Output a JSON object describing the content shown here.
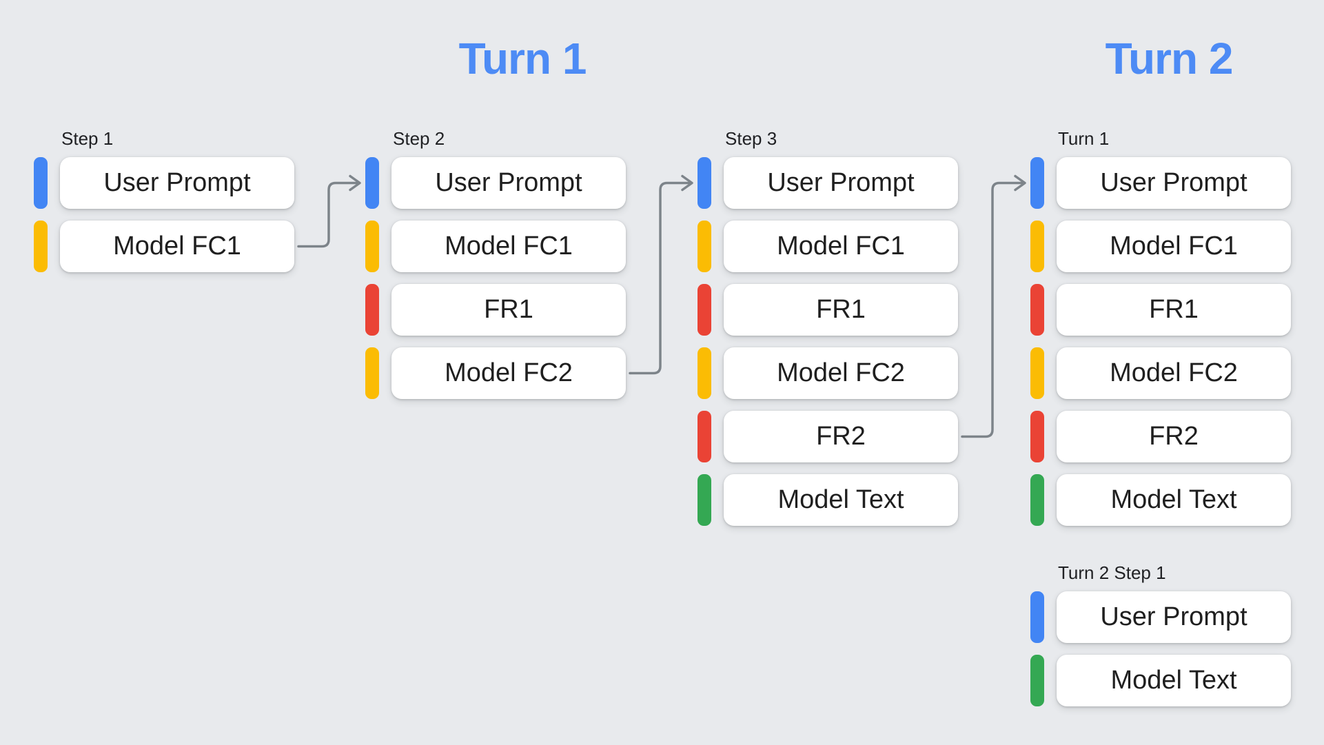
{
  "palette": {
    "blue": "#4285F4",
    "yellow": "#FBBC04",
    "red": "#EA4335",
    "green": "#34A853",
    "title_blue": "#4D8BF5",
    "arrow_gray": "#7D848A",
    "label_text": "#202124",
    "card_text": "#1F1F1F",
    "card_bg": "#FFFFFF",
    "background": "#E8EAED"
  },
  "titles": [
    {
      "text": "Turn 1"
    },
    {
      "text": "Turn 2"
    }
  ],
  "groups": [
    {
      "label": "Step 1",
      "cards": [
        {
          "label": "User Prompt",
          "color": "blue"
        },
        {
          "label": "Model FC1",
          "color": "yellow"
        }
      ]
    },
    {
      "label": "Step 2",
      "cards": [
        {
          "label": "User Prompt",
          "color": "blue"
        },
        {
          "label": "Model FC1",
          "color": "yellow"
        },
        {
          "label": "FR1",
          "color": "red"
        },
        {
          "label": "Model FC2",
          "color": "yellow"
        }
      ]
    },
    {
      "label": "Step 3",
      "cards": [
        {
          "label": "User Prompt",
          "color": "blue"
        },
        {
          "label": "Model FC1",
          "color": "yellow"
        },
        {
          "label": "FR1",
          "color": "red"
        },
        {
          "label": "Model FC2",
          "color": "yellow"
        },
        {
          "label": "FR2",
          "color": "red"
        },
        {
          "label": "Model Text",
          "color": "green"
        }
      ]
    },
    {
      "label": "Turn 1",
      "cards": [
        {
          "label": "User Prompt",
          "color": "blue"
        },
        {
          "label": "Model FC1",
          "color": "yellow"
        },
        {
          "label": "FR1",
          "color": "red"
        },
        {
          "label": "Model FC2",
          "color": "yellow"
        },
        {
          "label": "FR2",
          "color": "red"
        },
        {
          "label": "Model Text",
          "color": "green"
        }
      ]
    },
    {
      "label": "Turn 2 Step 1",
      "cards": [
        {
          "label": "User Prompt",
          "color": "blue"
        },
        {
          "label": "Model Text",
          "color": "green"
        }
      ]
    }
  ],
  "arrows": [
    {
      "from_group": 0,
      "from_card": 1,
      "to_group": 1,
      "to_card": 0
    },
    {
      "from_group": 1,
      "from_card": 3,
      "to_group": 2,
      "to_card": 0
    },
    {
      "from_group": 2,
      "from_card": 4,
      "to_group": 3,
      "to_card": 0
    }
  ]
}
